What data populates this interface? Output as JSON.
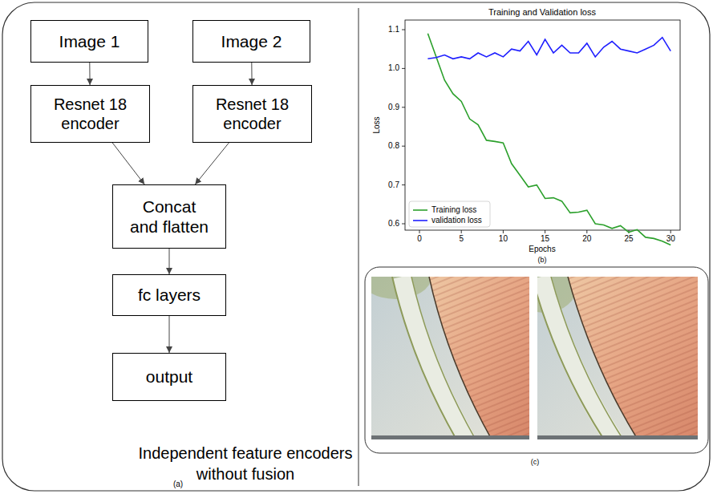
{
  "diagram": {
    "nodes": [
      {
        "text": [
          "Image 1"
        ]
      },
      {
        "text": [
          "Image 2"
        ]
      },
      {
        "text": [
          "Resnet 18 encoder"
        ]
      },
      {
        "text": [
          "Resnet 18 encoder"
        ]
      },
      {
        "text": [
          "Concat and flatten"
        ]
      },
      {
        "text": [
          "fc layers"
        ]
      },
      {
        "text": [
          "output"
        ]
      }
    ],
    "edges": [
      {
        "from": 0,
        "to": 2,
        "arrow": "to"
      },
      {
        "from": 1,
        "to": 3,
        "arrow": "to"
      },
      {
        "from": 2,
        "to": 4,
        "arrow": "to"
      },
      {
        "from": 3,
        "to": 4,
        "arrow": "to"
      },
      {
        "from": 4,
        "to": 5,
        "arrow": "to"
      },
      {
        "from": 5,
        "to": 6,
        "arrow": "to"
      }
    ],
    "labels": [
      "Independent feature encoders without fusion",
      "(a)",
      "Training and Validation loss",
      "1.1",
      "1.0",
      "0.9",
      "0.8",
      "0.7",
      "0.6",
      "Loss",
      "0",
      "5",
      "10",
      "15",
      "20",
      "25",
      "30",
      "Epochs",
      "(b)",
      "(c)"
    ],
    "legend": [
      {
        "text": "Training loss"
      },
      {
        "text": "validation loss"
      }
    ]
  }
}
